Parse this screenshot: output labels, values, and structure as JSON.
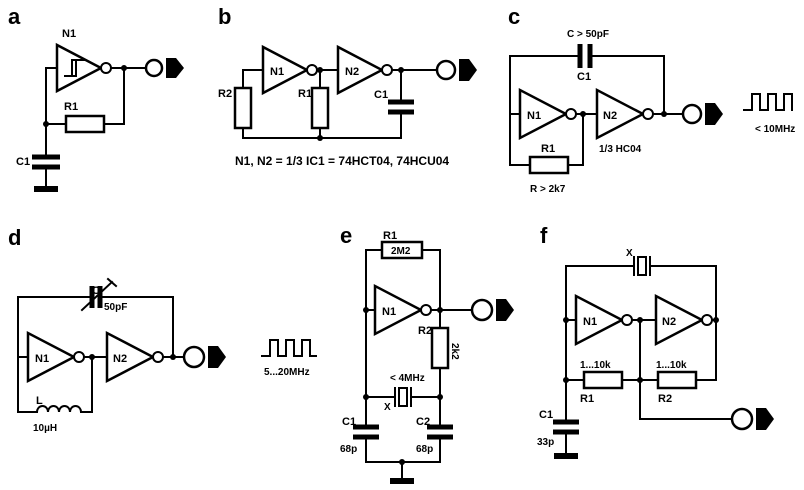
{
  "panels": {
    "a": {
      "letter": "a",
      "n1": "N1",
      "r1": "R1",
      "c1": "C1"
    },
    "b": {
      "letter": "b",
      "n1": "N1",
      "n2": "N2",
      "r2": "R2",
      "r1": "R1",
      "c1": "C1",
      "note": "N1, N2 = 1/3 IC1 = 74HCT04, 74HCU04"
    },
    "c": {
      "letter": "c",
      "n1": "N1",
      "n2": "N2",
      "c1_value": "C > 50pF",
      "c1": "C1",
      "r1": "R1",
      "r1_value": "R > 2k7",
      "ic": "1/3 HC04",
      "freq": "< 10MHz"
    },
    "d": {
      "letter": "d",
      "n1": "N1",
      "n2": "N2",
      "c": "C",
      "c_value": "50pF",
      "l": "L",
      "l_value": "10µH",
      "freq": "5...20MHz"
    },
    "e": {
      "letter": "e",
      "r1": "R1",
      "r1_value": "2M2",
      "n1": "N1",
      "r2": "R2",
      "r2_value": "2k2",
      "freq": "< 4MHz",
      "x": "X",
      "c1": "C1",
      "c1_value": "68p",
      "c2": "C2",
      "c2_value": "68p"
    },
    "f": {
      "letter": "f",
      "x": "X",
      "n1": "N1",
      "n2": "N2",
      "r1_range": "1...10k",
      "r1": "R1",
      "r2_range": "1...10k",
      "r2": "R2",
      "c1": "C1",
      "c1_value": "33p"
    }
  }
}
